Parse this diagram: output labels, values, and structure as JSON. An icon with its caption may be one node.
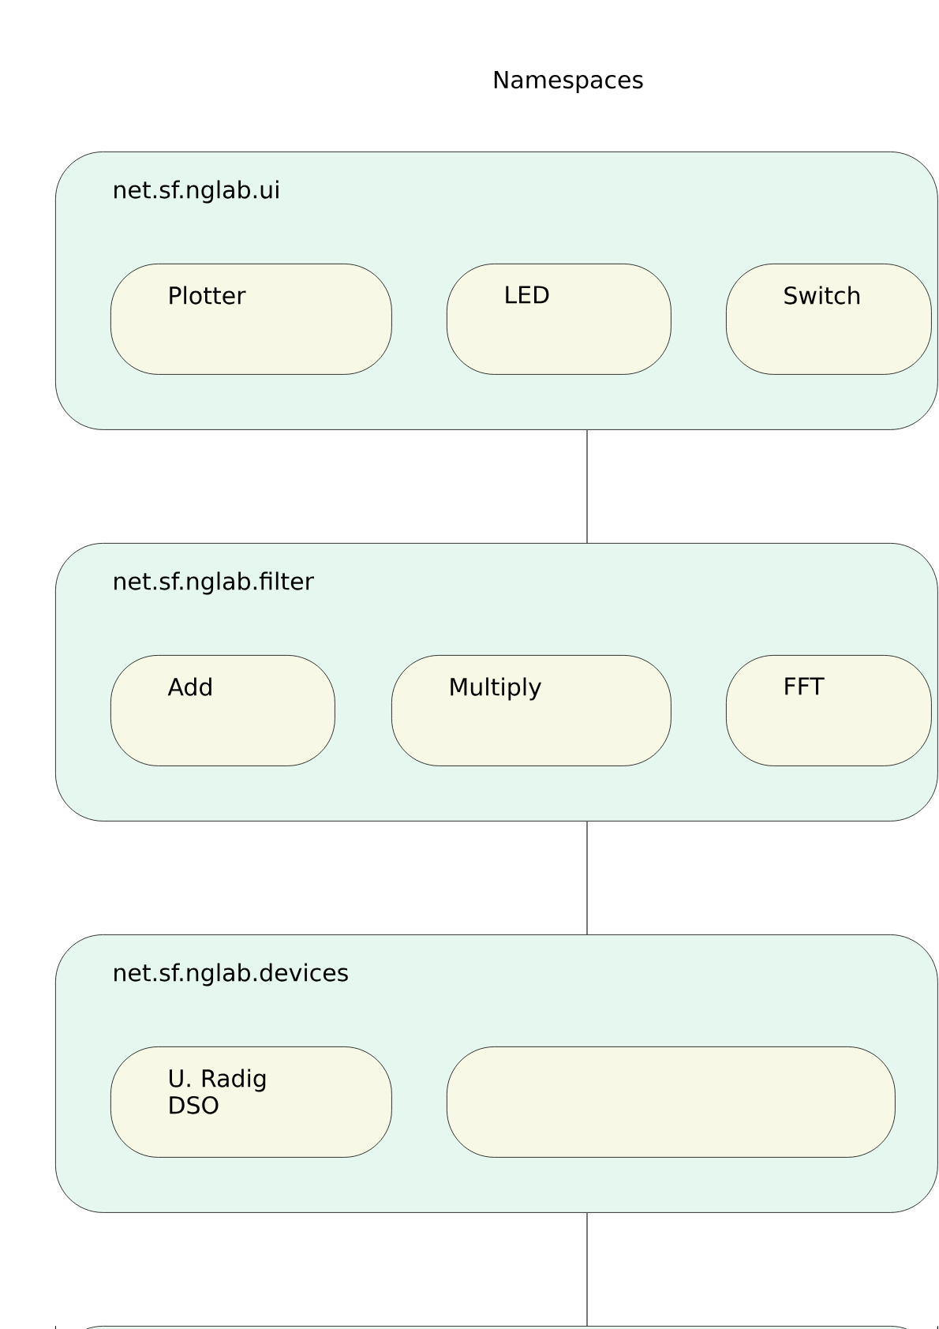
{
  "diagram": {
    "title": "Namespaces",
    "nodes": [
      {
        "text": [
          "net.sf.nglab.ui"
        ]
      },
      {
        "text": [
          "Plotter"
        ],
        "in": 0
      },
      {
        "text": [
          "LED"
        ],
        "in": 0
      },
      {
        "text": [
          "Switch"
        ],
        "in": 0
      },
      {
        "text": [
          "net.sf.nglab.filter"
        ]
      },
      {
        "text": [
          "Add"
        ],
        "in": 4
      },
      {
        "text": [
          "Multiply"
        ],
        "in": 4
      },
      {
        "text": [
          "FFT"
        ],
        "in": 4
      },
      {
        "text": [
          "net.sf.nglab.devices"
        ]
      },
      {
        "text": [
          "U. Radig DSO"
        ],
        "in": 8
      },
      {
        "text": [],
        "shape": "box",
        "in": 8
      },
      {
        "text": [],
        "shape": "box"
      }
    ],
    "edges": [
      {
        "from": 0,
        "to": 4,
        "arrow": "none"
      },
      {
        "from": 4,
        "to": 8,
        "arrow": "none"
      },
      {
        "from": 8,
        "to": 11,
        "arrow": "none"
      }
    ]
  }
}
